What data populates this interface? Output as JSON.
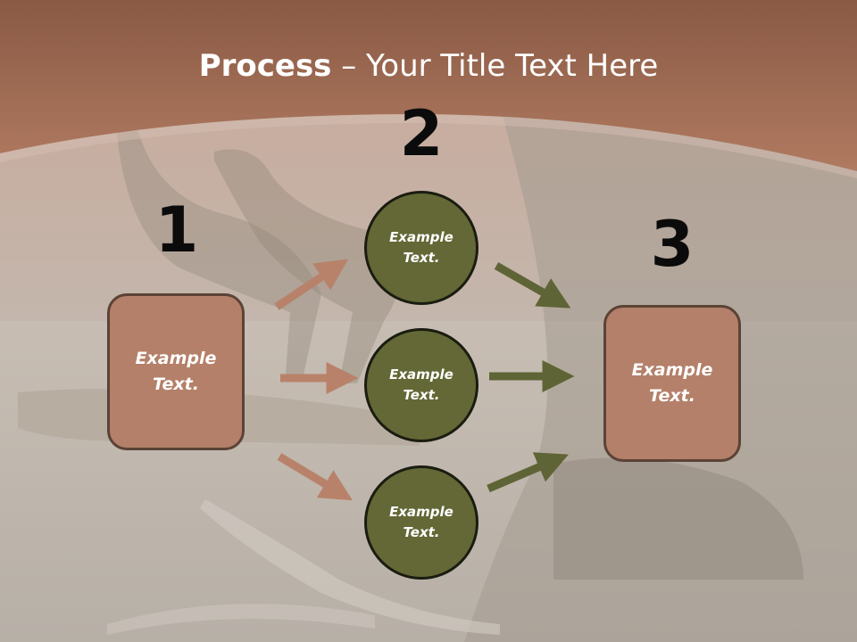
{
  "slide": {
    "title_bold": "Process",
    "title_rest": " – Your Title Text Here"
  },
  "steps": {
    "num1": "1",
    "num2": "2",
    "num3": "3"
  },
  "nodes": {
    "left_box": "Example Text.",
    "circle_top": "Example Text.",
    "circle_middle": "Example Text.",
    "circle_bottom": "Example Text.",
    "right_box": "Example Text."
  },
  "colors": {
    "banner": "#a8715a",
    "box_fill": "#b4806a",
    "circle_fill": "#636836",
    "arrow_left": "#b8826a",
    "arrow_right": "#5f6436"
  }
}
